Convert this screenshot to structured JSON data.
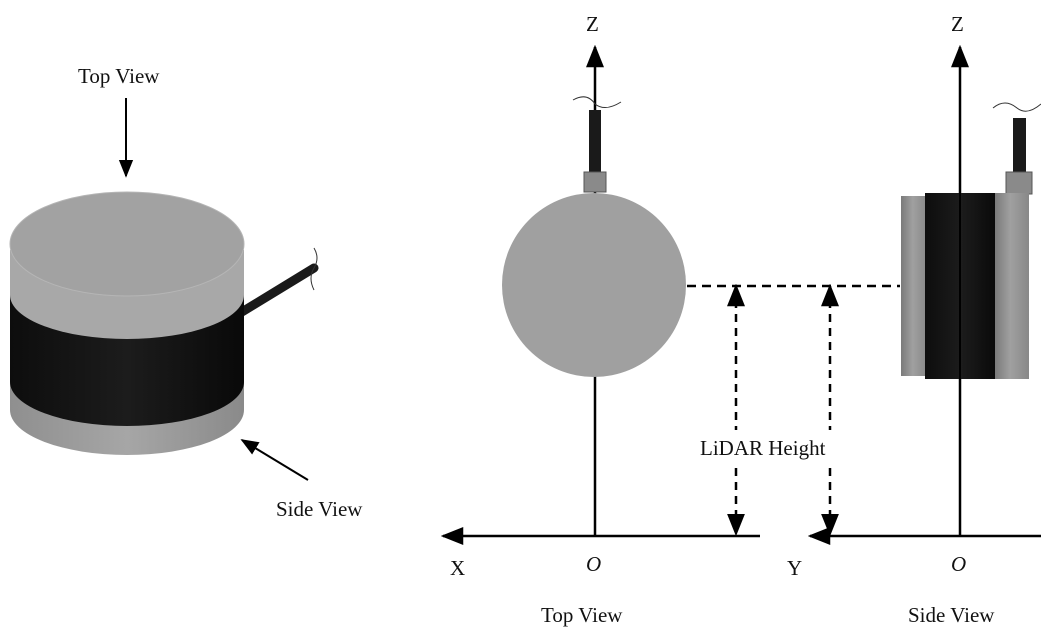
{
  "figure": {
    "iso_view": {
      "top_view_label": "Top View",
      "side_view_label": "Side View"
    },
    "top_view_panel": {
      "axis_vertical": "Z",
      "axis_horizontal": "X",
      "origin": "O",
      "caption": "Top View"
    },
    "side_view_panel": {
      "axis_vertical": "Z",
      "axis_horizontal": "Y",
      "origin": "O",
      "caption": "Side View"
    },
    "height_label": "LiDAR Height"
  }
}
